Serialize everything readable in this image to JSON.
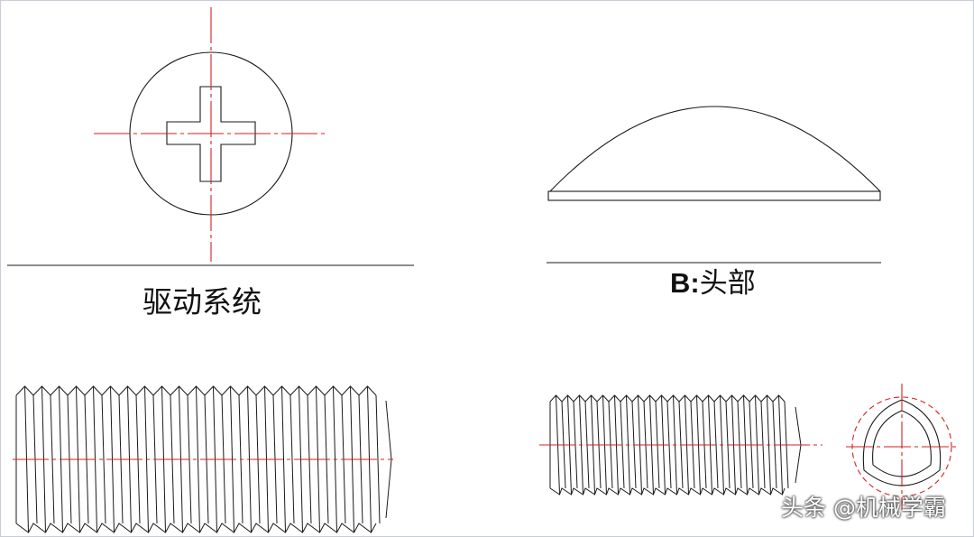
{
  "labels": {
    "drive_system": "驱动系统",
    "head_prefix": "B:",
    "head_text": "头部"
  },
  "watermark": "头条 @机械学霸",
  "colors": {
    "outline": "#1a1a1a",
    "centerline": "#d42020",
    "background": "#ffffff"
  }
}
